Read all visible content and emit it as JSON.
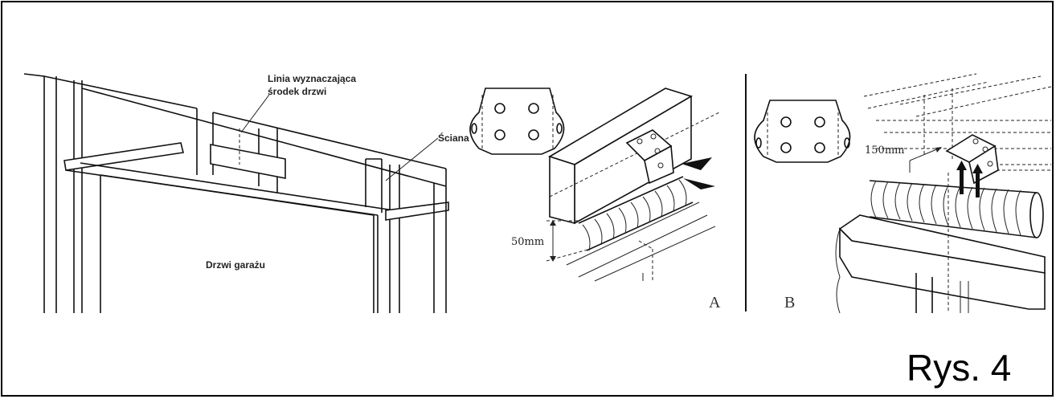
{
  "labels": {
    "center_line_1": "Linia wyznaczająca",
    "center_line_2": "środek drzwi",
    "wall": "Ściana",
    "garage_door": "Drzwi garażu",
    "dim_a": "50mm",
    "dim_b": "150mm",
    "panel_a": "A",
    "panel_b": "B",
    "figure": "Rys. 4"
  }
}
